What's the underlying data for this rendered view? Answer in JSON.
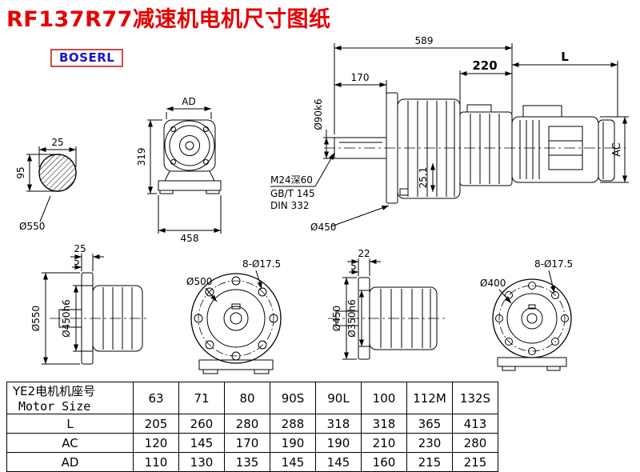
{
  "page": {
    "title": "RF137R77减速机电机尺寸图纸",
    "logo": "BOSERL"
  },
  "views": {
    "shaft_section": {
      "dim_width": "25",
      "dim_height": "95",
      "label_diameter": "Ø550"
    },
    "gearbox_front": {
      "dim_ad": "AD",
      "dim_height": "319",
      "dim_width": "458"
    },
    "main_assembly": {
      "dim_total_length": "589",
      "dim_shaft_length": "170",
      "dim_shaft_diameter": "Ø90k6",
      "dim_gear_unit_length": "220",
      "dim_motor_length": "L",
      "dim_motor_diameter": "AC",
      "note_tap": "M24深60",
      "note_standard_1": "GB/T 145",
      "note_standard_2": "DIN 332",
      "label_flange_diameter": "Ø450",
      "dim_key": "25,1"
    },
    "flange_side_large": {
      "dim_flange_width": "25",
      "dim_step": "5",
      "label_outer_diameter": "Ø550",
      "label_spigot_diameter": "Ø450h6"
    },
    "flange_front_large": {
      "label_bolt_holes": "8-Ø17.5",
      "label_diameter": "Ø500"
    },
    "flange_side_small": {
      "dim_flange_width": "22",
      "dim_step": "5",
      "label_outer_diameter": "Ø450",
      "label_spigot_diameter": "Ø350h6"
    },
    "flange_front_small": {
      "label_bolt_holes": "8-Ø17.5",
      "label_diameter": "Ø400"
    }
  },
  "table": {
    "header_cn": "YE2电机机座号",
    "header_en": "Motor Size",
    "sizes": [
      "63",
      "71",
      "80",
      "90S",
      "90L",
      "100",
      "112M",
      "132S"
    ],
    "rows": [
      {
        "label": "L",
        "values": [
          "205",
          "260",
          "280",
          "288",
          "318",
          "318",
          "365",
          "413"
        ]
      },
      {
        "label": "AC",
        "values": [
          "120",
          "145",
          "170",
          "190",
          "190",
          "210",
          "230",
          "280"
        ]
      },
      {
        "label": "AD",
        "values": [
          "110",
          "130",
          "135",
          "145",
          "145",
          "160",
          "215",
          "215"
        ]
      }
    ]
  }
}
